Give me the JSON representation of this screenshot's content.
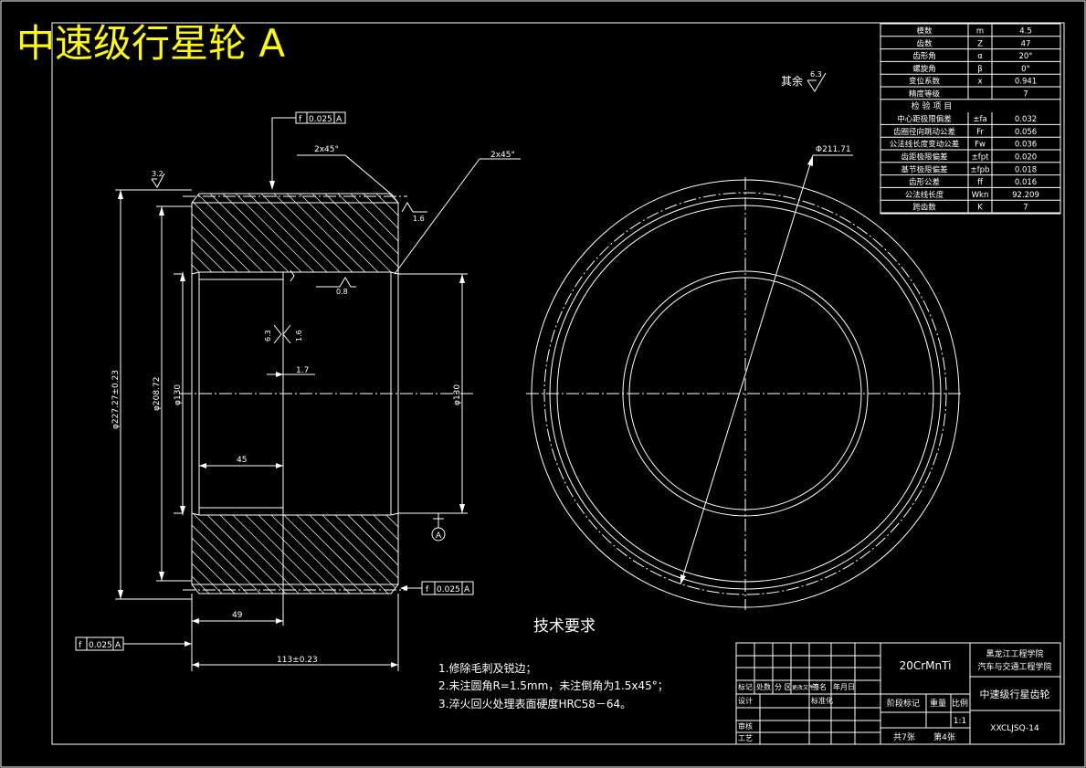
{
  "title": "中速级行星轮 A",
  "params": {
    "rows": [
      [
        "模数",
        "m",
        "4.5"
      ],
      [
        "齿数",
        "Z",
        "47"
      ],
      [
        "齿形角",
        "α",
        "20°"
      ],
      [
        "螺旋角",
        "β",
        "0°"
      ],
      [
        "变位系数",
        "x",
        "0.941"
      ],
      [
        "精度等级",
        "",
        "7"
      ]
    ],
    "check_header": "检  验  项  目",
    "check_rows": [
      [
        "中心距极限偏差",
        "±fa",
        "0.032"
      ],
      [
        "齿圈径向跳动公差",
        "Fr",
        "0.056"
      ],
      [
        "公法线长度变动公差",
        "Fw",
        "0.036"
      ],
      [
        "齿距极限偏差",
        "±fpt",
        "0.020"
      ],
      [
        "基节极限偏差",
        "±fpb",
        "0.018"
      ],
      [
        "齿形公差",
        "ff",
        "0.016"
      ],
      [
        "公法线长度",
        "Wkn",
        "92.209"
      ],
      [
        "跨齿数",
        "K",
        "7"
      ]
    ]
  },
  "annotations": {
    "remaining": "其余",
    "rough_63": "6.3",
    "rough_32": "3.2",
    "rough_16": "1.6",
    "rough_08": "0.8",
    "chamfer_left": "2x45°",
    "chamfer_right": "2x45°",
    "tol_top_f": "f",
    "tol_top_val": "0.025",
    "tol_top_ref": "A",
    "tol_right_f": "f",
    "tol_right_val": "0.025",
    "tol_right_ref": "A",
    "tol_left_f": "f",
    "tol_left_val": "0.025",
    "tol_left_ref": "A",
    "datum": "A",
    "dim_outer": "φ227.27±0.23",
    "dim_pitch": "φ208.72",
    "dim_bore": "φ130",
    "dim_bore_right": "φ130",
    "dim_1_7": "1.7",
    "dim_45": "45",
    "dim_49": "49",
    "dim_width": "113±0.23",
    "dim_circle": "Φ211.71"
  },
  "tech": {
    "heading": "技术要求",
    "items": [
      "1.修除毛刺及锐边；",
      "2.未注圆角R=1.5mm，未注倒角为1.5x45°；",
      "3.淬火回火处理表面硬度HRC58－64。"
    ]
  },
  "title_block": {
    "material": "20CrMnTi",
    "school1": "黑龙江工程学院",
    "school2": "汽车与交通工程学院",
    "part_name": "中速级行星齿轮",
    "drawing_no": "XXCLJSQ-14",
    "scale": "1:1",
    "sheets": "共7张",
    "sheet_no": "第4张",
    "rev_labels": [
      "标记",
      "处数",
      "分 区",
      "更改文件号"
    ],
    "sign_label": "签名",
    "date_label": "年月日",
    "design": "设计",
    "standard": "标准化",
    "review": "审核",
    "process": "工艺",
    "stage": "阶段标记",
    "weight": "重量",
    "ratio": "比例"
  }
}
